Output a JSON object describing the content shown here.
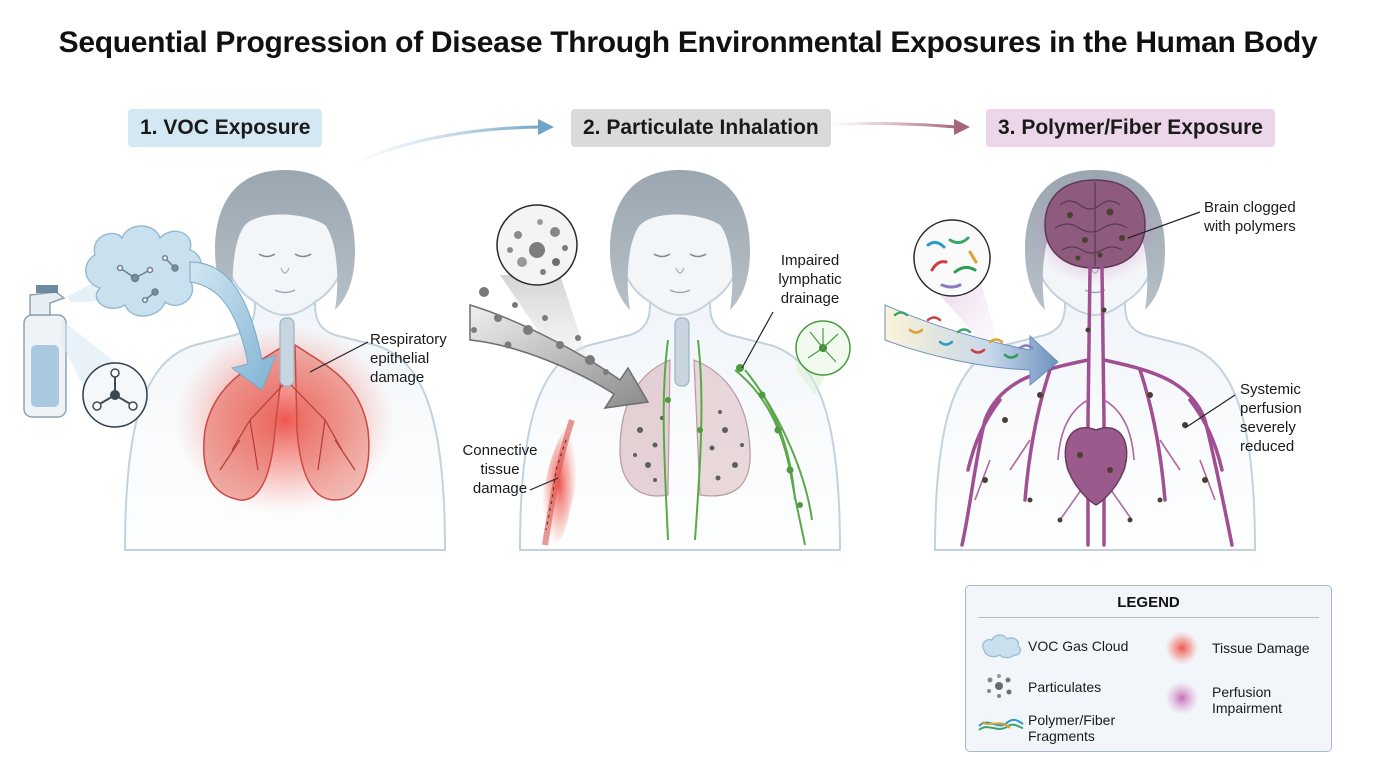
{
  "title": "Sequential Progression of Disease Through Environmental Exposures in the Human Body",
  "stages": [
    {
      "label": "1. VOC Exposure",
      "color": "#d4e8f3"
    },
    {
      "label": "2. Particulate Inhalation",
      "color": "#dadada"
    },
    {
      "label": "3. Polymer/Fiber Exposure",
      "color": "#ecd6ea"
    }
  ],
  "annotations": {
    "respiratory": "Respiratory\nepithelial\ndamage",
    "lymphatic": "Impaired\nlymphatic\ndrainage",
    "connective": "Connective\ntissue\ndamage",
    "brain": "Brain clogged\nwith polymers",
    "perfusion": "Systemic\nperfusion\nseverely\nreduced"
  },
  "legend": {
    "title": "LEGEND",
    "items": [
      {
        "label": "VOC Gas Cloud",
        "icon": "cloud-icon"
      },
      {
        "label": "Tissue Damage",
        "icon": "red-glow-icon"
      },
      {
        "label": "Particulates",
        "icon": "particles-icon"
      },
      {
        "label": "Perfusion\nImpairment",
        "icon": "purple-glow-icon"
      },
      {
        "label": "Polymer/Fiber\nFragments",
        "icon": "fiber-icon"
      }
    ]
  },
  "colors": {
    "voc": "#bcd9ea",
    "tissue_damage": "#e8413a",
    "particulate": "#6e6e6e",
    "lymph": "#5aa84a",
    "perfusion": "#a04f92",
    "body_outline": "#c3d2de"
  }
}
